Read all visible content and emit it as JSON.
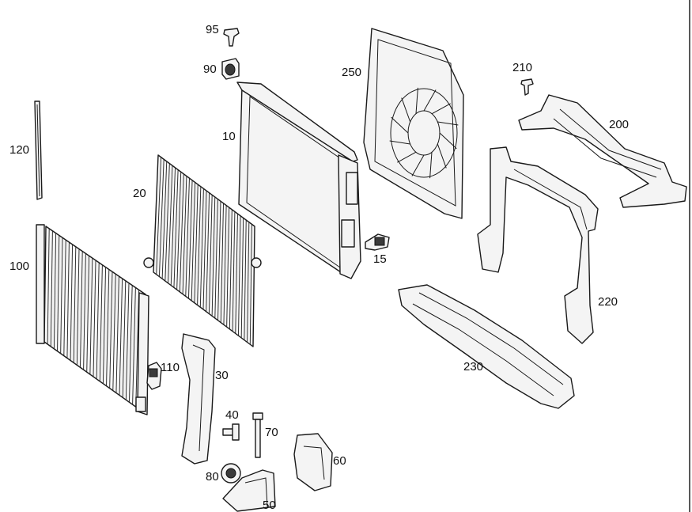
{
  "parts": [
    {
      "id": "p95",
      "label": "95"
    },
    {
      "id": "p90",
      "label": "90"
    },
    {
      "id": "p250",
      "label": "250"
    },
    {
      "id": "p210",
      "label": "210"
    },
    {
      "id": "p200",
      "label": "200"
    },
    {
      "id": "p10",
      "label": "10"
    },
    {
      "id": "p120",
      "label": "120"
    },
    {
      "id": "p20",
      "label": "20"
    },
    {
      "id": "p100",
      "label": "100"
    },
    {
      "id": "p15",
      "label": "15"
    },
    {
      "id": "p220",
      "label": "220"
    },
    {
      "id": "p230",
      "label": "230"
    },
    {
      "id": "p110",
      "label": "110"
    },
    {
      "id": "p30",
      "label": "30"
    },
    {
      "id": "p40",
      "label": "40"
    },
    {
      "id": "p70",
      "label": "70"
    },
    {
      "id": "p60",
      "label": "60"
    },
    {
      "id": "p80",
      "label": "80"
    },
    {
      "id": "p50",
      "label": "50"
    }
  ]
}
